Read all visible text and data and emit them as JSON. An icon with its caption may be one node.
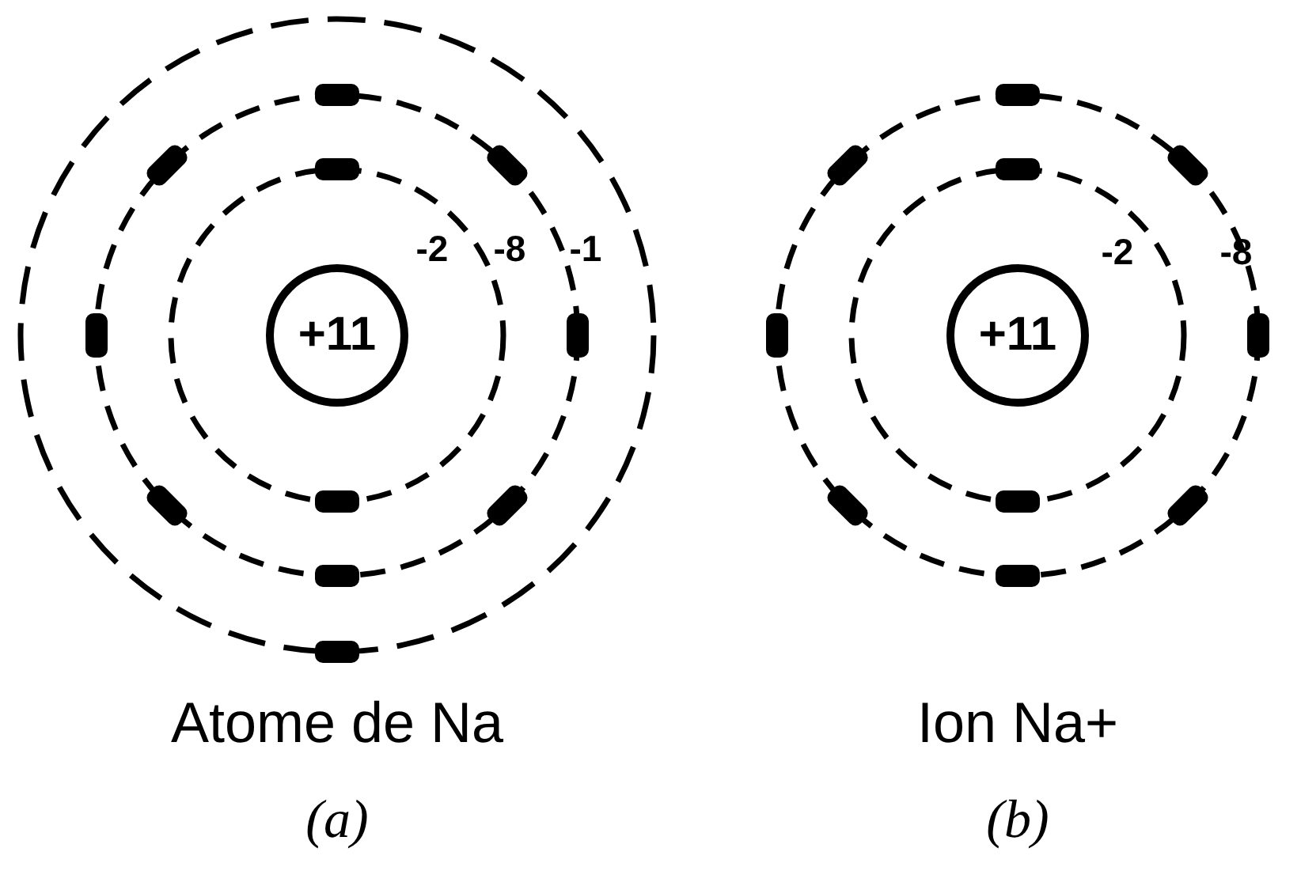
{
  "diagram": {
    "nodes": [
      {
        "text": [
          "+11"
        ]
      },
      {
        "text": [
          "+11"
        ]
      }
    ],
    "labels": [
      "-2",
      "-8",
      "-1",
      "Atome de Na",
      "(a)",
      "-2",
      "-8",
      "Ion Na+",
      "(b)"
    ]
  }
}
